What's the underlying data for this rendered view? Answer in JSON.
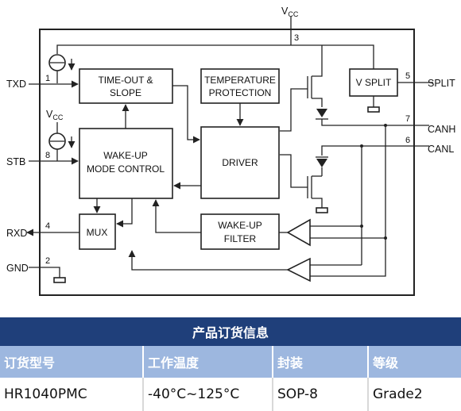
{
  "diagram": {
    "vcc_top": {
      "base": "V",
      "sub": "CC"
    },
    "vcc_left": {
      "base": "V",
      "sub": "CC"
    },
    "blocks": {
      "timeout_line1": "TIME-OUT &",
      "timeout_line2": "SLOPE",
      "temp_line1": "TEMPERATURE",
      "temp_line2": "PROTECTION",
      "vsplit": "V SPLIT",
      "wakeup_line1": "WAKE-UP",
      "wakeup_line2": "MODE CONTROL",
      "driver": "DRIVER",
      "mux": "MUX",
      "filter_line1": "WAKE-UP",
      "filter_line2": "FILTER"
    },
    "pins": {
      "txd": {
        "label": "TXD",
        "num": "1"
      },
      "stb": {
        "label": "STB",
        "num": "8"
      },
      "rxd": {
        "label": "RXD",
        "num": "4"
      },
      "gnd": {
        "label": "GND",
        "num": "2"
      },
      "vcc": {
        "num": "3"
      },
      "split": {
        "label": "SPLIT",
        "num": "5"
      },
      "canh": {
        "label": "CANH",
        "num": "7"
      },
      "canl": {
        "label": "CANL",
        "num": "6"
      }
    }
  },
  "order_table": {
    "title": "产品订货信息",
    "headers": [
      "订货型号",
      "工作温度",
      "封装",
      "等级"
    ],
    "row": [
      "HR1040PMC",
      "-40°C~125°C",
      "SOP-8",
      "Grade2"
    ],
    "colors": {
      "title_bg": "#1f3f7a",
      "header_bg": "#9db7df"
    }
  }
}
